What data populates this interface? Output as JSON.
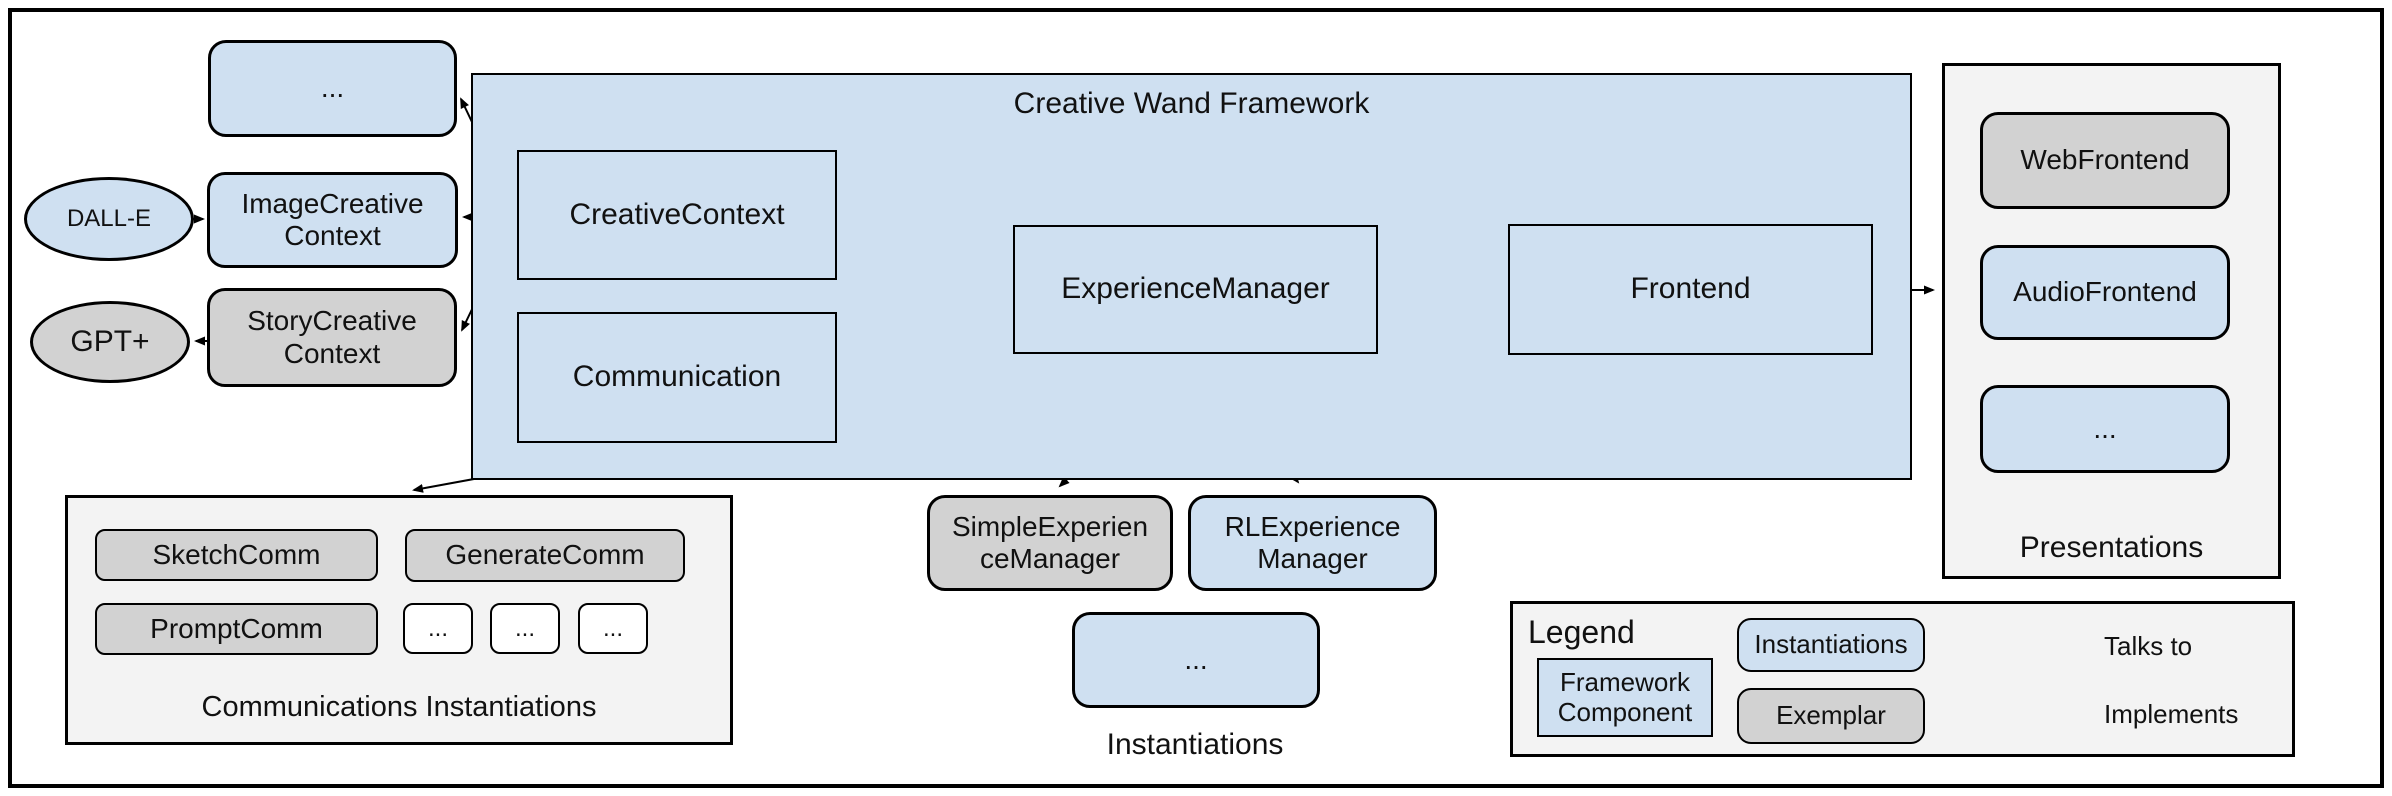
{
  "framework": {
    "title": "Creative Wand Framework",
    "creative_context": "CreativeContext",
    "communication": "Communication",
    "experience_manager": "ExperienceManager",
    "frontend": "Frontend"
  },
  "context_instantiations": {
    "more": "...",
    "image_creative_context": "ImageCreative Context",
    "story_creative_context": "StoryCreative Context",
    "dalle": "DALL-E",
    "gpt": "GPT+"
  },
  "communications": {
    "label": "Communications Instantiations",
    "items": [
      "SketchComm",
      "GenerateComm",
      "PromptComm"
    ],
    "more": [
      "...",
      "...",
      "..."
    ]
  },
  "experience_instantiations": {
    "label": "Instantiations",
    "simple": "SimpleExperien ceManager",
    "rl": "RLExperience Manager",
    "more": "..."
  },
  "presentations": {
    "label": "Presentations",
    "web": "WebFrontend",
    "audio": "AudioFrontend",
    "more": "..."
  },
  "legend": {
    "title": "Legend",
    "framework_component": "Framework Component",
    "instantiations": "Instantiations",
    "exemplar": "Exemplar",
    "talks_to": "Talks to",
    "implements": "Implements"
  },
  "colors": {
    "framework_fill": "#cfe0f1",
    "instantiation_fill": "#cfe0f1",
    "exemplar_fill": "#d2d2d2",
    "container_fill": "#f3f3f3",
    "line": "#000000"
  }
}
